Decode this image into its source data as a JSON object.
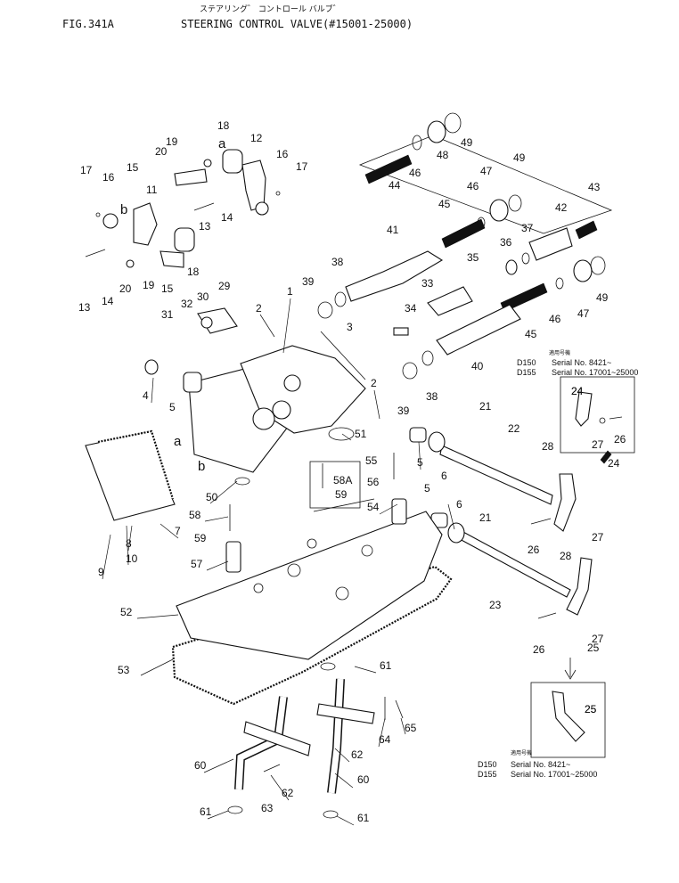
{
  "header": {
    "fig_id": "FIG.341A",
    "title_jp": "ステアリング゛ コントロール バルブ゛",
    "title_en": "STEERING CONTROL VALVE(#15001-25000)"
  },
  "callouts": [
    "1",
    "2",
    "2",
    "3",
    "4",
    "5",
    "5",
    "5",
    "6",
    "6",
    "7",
    "8",
    "9",
    "10",
    "11",
    "12",
    "13",
    "13",
    "14",
    "14",
    "15",
    "15",
    "16",
    "16",
    "17",
    "17",
    "18",
    "18",
    "19",
    "19",
    "20",
    "20",
    "21",
    "21",
    "22",
    "23",
    "24",
    "24",
    "25",
    "25",
    "26",
    "26",
    "27",
    "27",
    "28",
    "28",
    "29",
    "30",
    "31",
    "32",
    "33",
    "34",
    "35",
    "36",
    "37",
    "38",
    "38",
    "39",
    "39",
    "40",
    "41",
    "42",
    "43",
    "44",
    "45",
    "45",
    "46",
    "46",
    "46",
    "47",
    "47",
    "48",
    "49",
    "49",
    "49",
    "50",
    "51",
    "52",
    "53",
    "54",
    "55",
    "56",
    "57",
    "58",
    "58A",
    "59",
    "59",
    "60",
    "60",
    "61",
    "61",
    "61",
    "62",
    "62",
    "63",
    "64",
    "65"
  ],
  "joint_letters": [
    "a",
    "a",
    "b",
    "b"
  ],
  "inset_top": {
    "jp": "適用号機",
    "rows": [
      {
        "model": "D150",
        "serial": "Serial No. 8421~"
      },
      {
        "model": "D155",
        "serial": "Serial No. 17001~25000"
      }
    ],
    "callouts": [
      "24",
      "27",
      "26"
    ]
  },
  "inset_bottom": {
    "jp": "適用号機",
    "rows": [
      {
        "model": "D150",
        "serial": "Serial No. 8421~"
      },
      {
        "model": "D155",
        "serial": "Serial No. 17001~25000"
      }
    ],
    "callouts": [
      "25"
    ]
  }
}
